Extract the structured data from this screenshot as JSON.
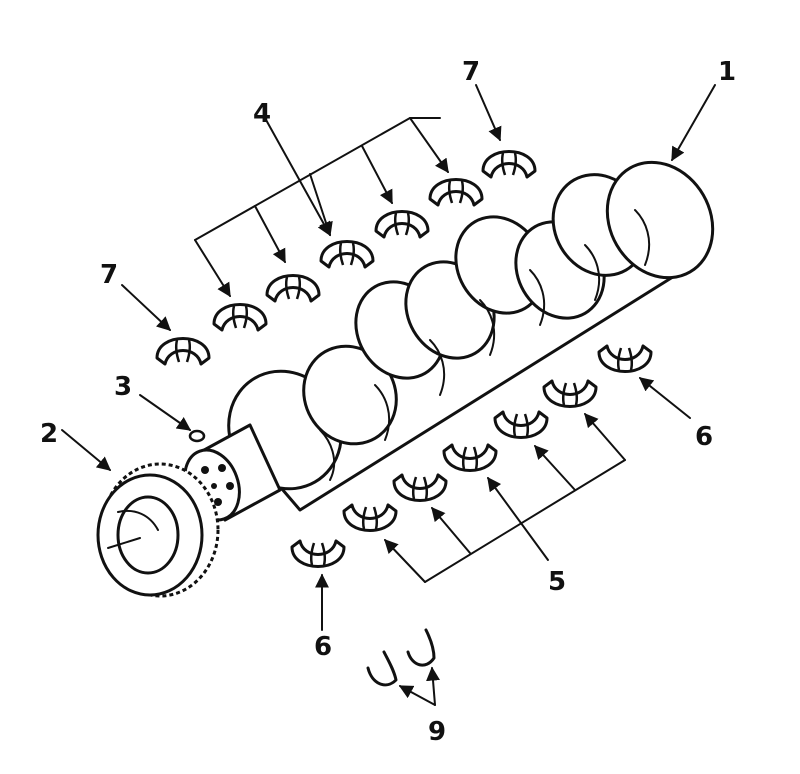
{
  "diagram": {
    "callouts": [
      {
        "id": "1",
        "label": "1"
      },
      {
        "id": "2",
        "label": "2"
      },
      {
        "id": "3",
        "label": "3"
      },
      {
        "id": "4",
        "label": "4"
      },
      {
        "id": "5",
        "label": "5"
      },
      {
        "id": "6a",
        "label": "6"
      },
      {
        "id": "6b",
        "label": "6"
      },
      {
        "id": "7a",
        "label": "7"
      },
      {
        "id": "7b",
        "label": "7"
      },
      {
        "id": "9",
        "label": "9"
      }
    ],
    "icons": {
      "crankshaft": "crankshaft-icon",
      "gear": "crankshaft-gear-icon",
      "pin": "dowel-pin-icon",
      "upper_bearing": "upper-bearing-shell-icon",
      "lower_bearing": "lower-bearing-shell-icon",
      "thrust_washer": "thrust-washer-icon"
    },
    "colors": {
      "ink": "#111111",
      "background": "#ffffff"
    }
  }
}
